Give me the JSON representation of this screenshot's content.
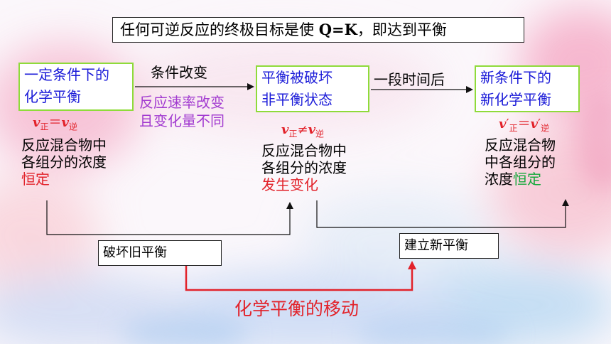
{
  "title": {
    "prefix": "任何可逆反应的终极目标是使 ",
    "qk": "Q=K",
    "suffix": "，即达到平衡"
  },
  "states": {
    "initial": {
      "line1": "一定条件下的",
      "line2": "化学平衡"
    },
    "broken": {
      "line1": "平衡被破坏",
      "line2": "非平衡状态"
    },
    "new": {
      "line1": "新条件下的",
      "line2": "新化学平衡"
    }
  },
  "transitions": {
    "first": {
      "label": "条件改变",
      "note1": "反应速率改变",
      "note2": "且变化量不同"
    },
    "second": {
      "label": "一段时间后"
    }
  },
  "rates": {
    "v": "v",
    "fwd": "正",
    "rev": "逆",
    "prime": "′",
    "eq": "＝",
    "neq": "≠"
  },
  "conditions": {
    "initial": {
      "line1": "反应混合物中",
      "line2": "各组分的浓度",
      "line3": "恒定"
    },
    "broken": {
      "line1": "反应混合物中",
      "line2": "各组分的浓度",
      "line3": "发生变化"
    },
    "new": {
      "line1": "反应混合物",
      "line2": "中各组分的",
      "line3a": "浓度",
      "line3b": "恒定"
    }
  },
  "labels": {
    "destroy": "破坏旧平衡",
    "establish": "建立新平衡",
    "shift": "化学平衡的移动"
  },
  "colors": {
    "box_border": "#8fdb3a",
    "box_text": "#1a1ad8",
    "accent_red": "#e2222a",
    "note_purple": "#a23bd0",
    "accent_green": "#15a83b"
  }
}
